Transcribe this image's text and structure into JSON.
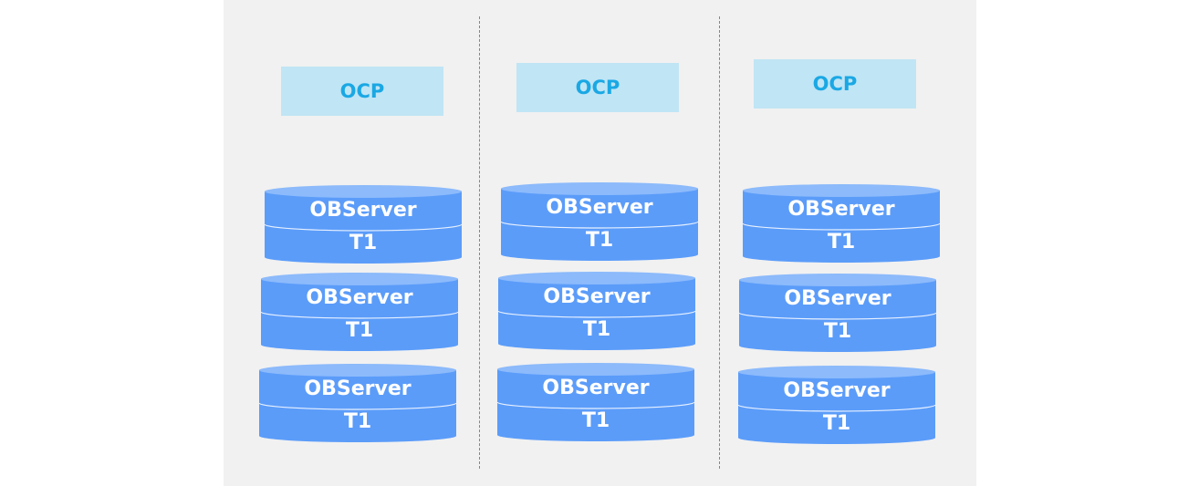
{
  "colors": {
    "canvas": "#f1f1f1",
    "ocp_fill": "#c0e5f5",
    "ocp_text": "#1aa8e4",
    "cylinder_fill": "#5b9cf9",
    "cylinder_top": "#8cbafb",
    "divider": "#4a8ff0"
  },
  "zones": [
    {
      "ocp_label": "OCP",
      "servers": [
        {
          "name": "OBServer",
          "tenant": "T1"
        },
        {
          "name": "OBServer",
          "tenant": "T1"
        },
        {
          "name": "OBServer",
          "tenant": "T1"
        }
      ]
    },
    {
      "ocp_label": "OCP",
      "servers": [
        {
          "name": "OBServer",
          "tenant": "T1"
        },
        {
          "name": "OBServer",
          "tenant": "T1"
        },
        {
          "name": "OBServer",
          "tenant": "T1"
        }
      ]
    },
    {
      "ocp_label": "OCP",
      "servers": [
        {
          "name": "OBServer",
          "tenant": "T1"
        },
        {
          "name": "OBServer",
          "tenant": "T1"
        },
        {
          "name": "OBServer",
          "tenant": "T1"
        }
      ]
    }
  ]
}
